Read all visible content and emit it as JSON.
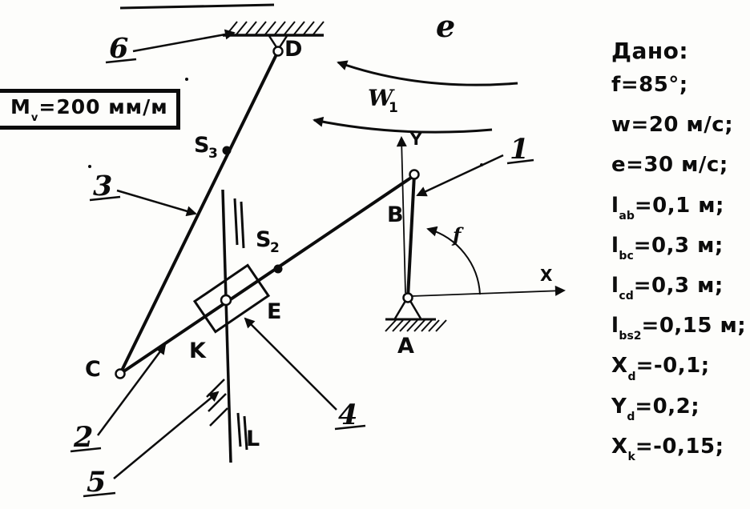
{
  "scale_box": {
    "base": "M",
    "sub": "v",
    "rest": "=200 мм/м"
  },
  "given": {
    "title": "Дано:",
    "items": [
      {
        "base": "f",
        "sub": "",
        "rest": "=85°;"
      },
      {
        "base": "w",
        "sub": "",
        "rest": "=20 м/с;"
      },
      {
        "base": "e",
        "sub": "",
        "rest": "=30 м/с;"
      },
      {
        "base": "l",
        "sub": "ab",
        "rest": "=0,1 м;"
      },
      {
        "base": "l",
        "sub": "bc",
        "rest": "=0,3 м;"
      },
      {
        "base": "l",
        "sub": "cd",
        "rest": "=0,3 м;"
      },
      {
        "base": "l",
        "sub": "bs2",
        "rest": "=0,15 м;"
      },
      {
        "base": "X",
        "sub": "d",
        "rest": "=-0,1;"
      },
      {
        "base": "Y",
        "sub": "d",
        "rest": "=0,2;"
      },
      {
        "base": "X",
        "sub": "k",
        "rest": "=-0,15;"
      }
    ]
  },
  "diagram": {
    "point_labels": {
      "a": "A",
      "b": "B",
      "c": "C",
      "d": "D",
      "e": "E",
      "k": "K",
      "l": "L"
    },
    "axis_labels": {
      "x": "X",
      "y": "Y"
    },
    "link_numbers": {
      "n1": "1",
      "n2": "2",
      "n3": "3",
      "n4": "4",
      "n5": "5",
      "n6": "6"
    },
    "mass_centers": {
      "s2_base": "S",
      "s2_sub": "2",
      "s3_base": "S",
      "s3_sub": "3"
    },
    "motion": {
      "omega_base": "W",
      "omega_sub": "1",
      "epsilon": "e",
      "angle": "f"
    }
  }
}
